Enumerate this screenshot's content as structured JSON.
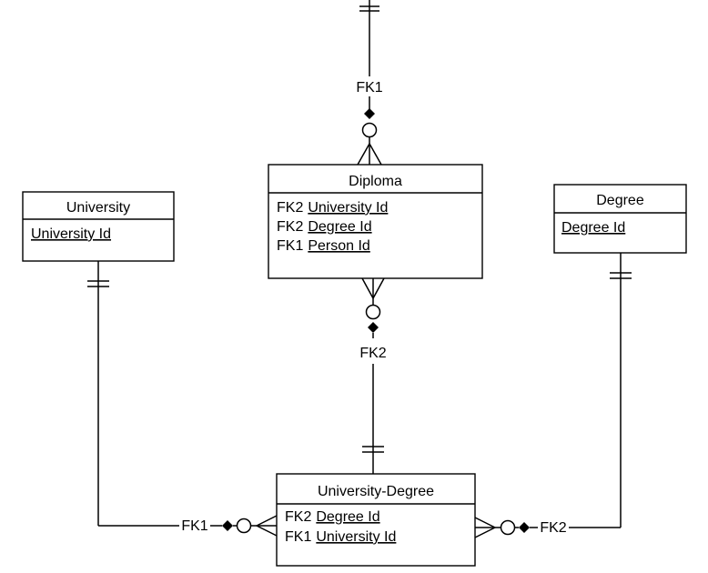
{
  "entities": {
    "diploma": {
      "title": "Diploma",
      "attributes": [
        {
          "fk": "FK2",
          "name": "University Id"
        },
        {
          "fk": "FK2",
          "name": "Degree Id"
        },
        {
          "fk": "FK1",
          "name": "Person Id"
        }
      ]
    },
    "university": {
      "title": "University",
      "attributes": [
        {
          "fk": "",
          "name": "University Id"
        }
      ]
    },
    "degree": {
      "title": "Degree",
      "attributes": [
        {
          "fk": "",
          "name": "Degree Id"
        }
      ]
    },
    "university_degree": {
      "title": "University-Degree",
      "attributes": [
        {
          "fk": "FK2",
          "name": "Degree Id"
        },
        {
          "fk": "FK1",
          "name": "University Id"
        }
      ]
    }
  },
  "relationships": {
    "person_diploma": {
      "label": "FK1"
    },
    "diploma_university_degree": {
      "label": "FK2"
    },
    "university_university_degree": {
      "label": "FK1"
    },
    "degree_university_degree": {
      "label": "FK2"
    }
  }
}
